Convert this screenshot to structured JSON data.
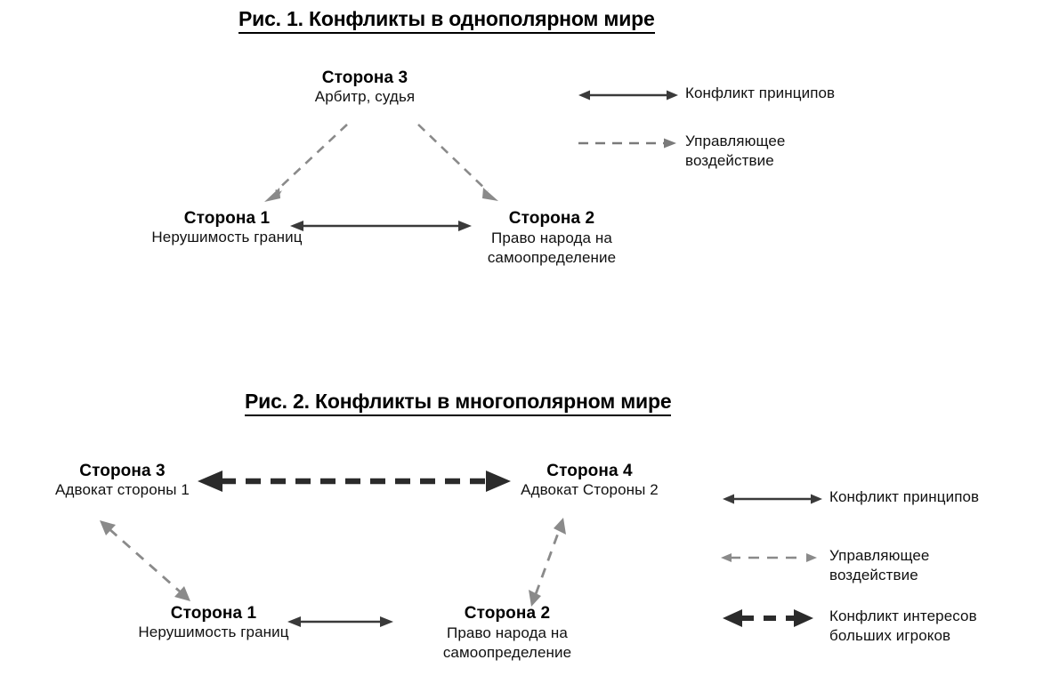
{
  "figures": [
    {
      "id": "fig1",
      "title": "Рис. 1. Конфликты в однополярном мире",
      "nodes": {
        "side3": {
          "title": "Сторона 3",
          "sub_line1": "Арбитр,  судья",
          "sub_line2": ""
        },
        "side1": {
          "title": "Сторона 1",
          "sub_line1": "Нерушимость  границ",
          "sub_line2": ""
        },
        "side2": {
          "title": "Сторона 2",
          "sub_line1": "Право народа на",
          "sub_line2": "самоопределение"
        }
      },
      "connectors": [
        {
          "name": "side3-to-side1",
          "style": "dashed-gray",
          "heads": "single",
          "from": "side3",
          "to": "side1"
        },
        {
          "name": "side3-to-side2",
          "style": "dashed-gray",
          "heads": "single",
          "from": "side3",
          "to": "side2"
        },
        {
          "name": "side1-to-side2",
          "style": "solid-dark",
          "heads": "double",
          "from": "side1",
          "to": "side2"
        }
      ],
      "legend": [
        {
          "label_line1": "Конфликт принципов",
          "label_line2": "",
          "glyph": "solid-dark-double-arrow"
        },
        {
          "label_line1": "Управляющее",
          "label_line2": "воздействие",
          "glyph": "dashed-gray-single-arrow"
        }
      ]
    },
    {
      "id": "fig2",
      "title": "Рис. 2. Конфликты в многополярном мире",
      "nodes": {
        "side3": {
          "title": "Сторона 3",
          "sub_line1": "Адвокат стороны 1",
          "sub_line2": ""
        },
        "side4": {
          "title": "Сторона 4",
          "sub_line1": "Адвокат Стороны 2",
          "sub_line2": ""
        },
        "side1": {
          "title": "Сторона 1",
          "sub_line1": "Нерушимость  границ",
          "sub_line2": ""
        },
        "side2": {
          "title": "Сторона 2",
          "sub_line1": "Право народа на",
          "sub_line2": "самоопределение"
        }
      },
      "connectors": [
        {
          "name": "side3-to-side4",
          "style": "dashed-black-thick",
          "heads": "double",
          "from": "side3",
          "to": "side4"
        },
        {
          "name": "side3-to-side1",
          "style": "dashed-gray",
          "heads": "double",
          "from": "side3",
          "to": "side1"
        },
        {
          "name": "side2-to-side4",
          "style": "dashed-gray",
          "heads": "double",
          "from": "side2",
          "to": "side4"
        },
        {
          "name": "side1-to-side2",
          "style": "solid-dark",
          "heads": "double",
          "from": "side1",
          "to": "side2"
        }
      ],
      "legend": [
        {
          "label_line1": "Конфликт принципов",
          "label_line2": "",
          "glyph": "solid-dark-double-arrow"
        },
        {
          "label_line1": "Управляющее",
          "label_line2": "воздействие",
          "glyph": "dashed-gray-double-arrow"
        },
        {
          "label_line1": "Конфликт  интересов",
          "label_line2": "больших  игроков",
          "glyph": "dashed-black-thick-double-arrow"
        }
      ]
    }
  ],
  "colors": {
    "ink": "#111111",
    "solid_arrow": "#3a3a3a",
    "dashed_gray_arrow": "#7a7a7a",
    "thick_black_arrow": "#2b2b2b",
    "background": "#ffffff"
  }
}
